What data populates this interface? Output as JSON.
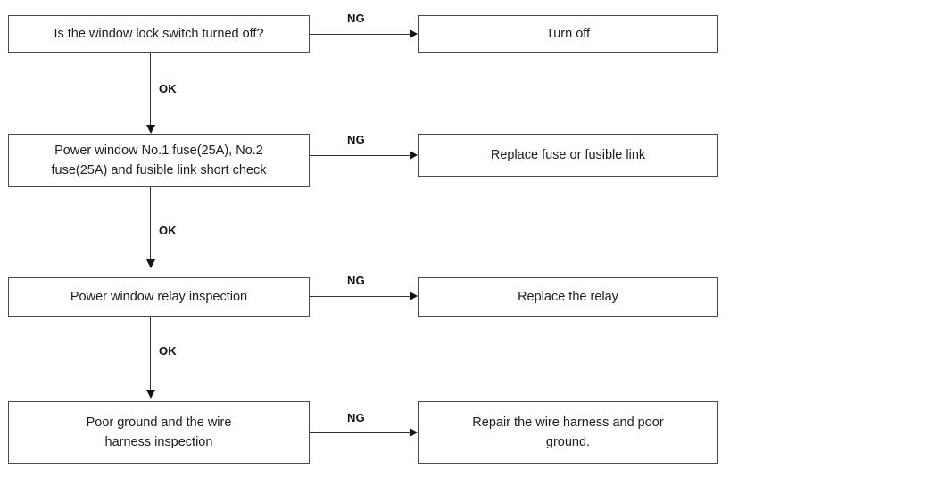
{
  "diagram": {
    "type": "troubleshooting-flowchart",
    "orientation": "top-to-bottom",
    "branch_labels": {
      "pass": "OK",
      "fail": "NG"
    },
    "colors": {
      "box_border": "#4a4a4a",
      "connector": "#333333",
      "arrowhead": "#111111",
      "text": "#1d1d1d",
      "background": "#ffffff"
    },
    "rows": [
      {
        "step": "Is the window lock switch turned off?",
        "fail_label": "NG",
        "fail_action": "Turn off",
        "pass_label": "OK"
      },
      {
        "step": "Power window No.1 fuse(25A), No.2\nfuse(25A) and fusible link short check",
        "fail_label": "NG",
        "fail_action": "Replace fuse or fusible link",
        "pass_label": "OK"
      },
      {
        "step": "Power window relay inspection",
        "fail_label": "NG",
        "fail_action": "Replace the relay",
        "pass_label": "OK"
      },
      {
        "step": "Poor ground and the wire\nharness inspection",
        "fail_label": "NG",
        "fail_action": "Repair the wire harness and poor\nground.",
        "pass_label": null
      }
    ]
  }
}
